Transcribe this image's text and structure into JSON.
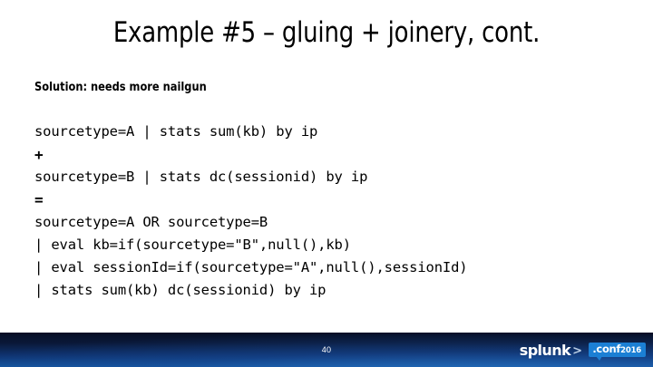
{
  "slide": {
    "title": "Example #5 – gluing + joinery, cont.",
    "subtitle": "Solution: needs more nailgun",
    "code_lines": [
      {
        "text": "sourcetype=A | stats sum(kb) by ip",
        "style": "normal"
      },
      {
        "text": "+",
        "style": "operator"
      },
      {
        "text": "sourcetype=B | stats dc(sessionid) by ip",
        "style": "normal"
      },
      {
        "text": "=",
        "style": "operator"
      },
      {
        "text": "sourcetype=A OR sourcetype=B",
        "style": "normal"
      },
      {
        "text": "| eval kb=if(sourcetype=\"B\",null(),kb)",
        "style": "normal"
      },
      {
        "text": "| eval sessionId=if(sourcetype=\"A\",null(),sessionId)",
        "style": "normal"
      },
      {
        "text": "| stats sum(kb) dc(sessionid) by ip",
        "style": "normal"
      }
    ]
  },
  "footer": {
    "page_number": "40",
    "brand_name": "splunk",
    "brand_chevron": ">",
    "conf_label": ".conf",
    "conf_year": "2016",
    "colors": {
      "bar_top": "#060e24",
      "bar_bottom": "#15559e",
      "badge": "#1b7fd4",
      "text": "#ffffff"
    }
  }
}
